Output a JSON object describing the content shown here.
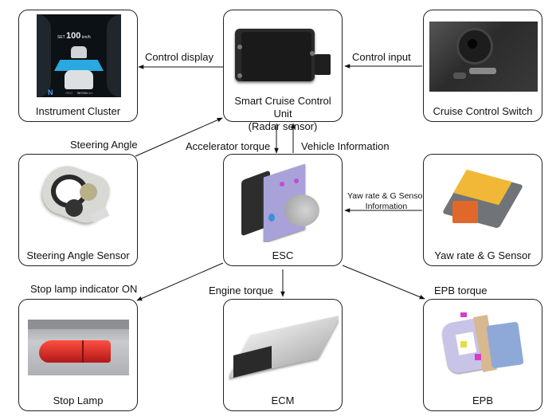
{
  "nodes": {
    "instrument_cluster": {
      "label": "Instrument Cluster",
      "display": {
        "set_label": "SET",
        "set_speed": "100",
        "set_unit": "km/h",
        "gear": "N",
        "odo_label": "ODO",
        "odo_value": "987654",
        "odo_unit": "km"
      }
    },
    "scc_unit": {
      "label_line1": "Smart Cruise Control Unit",
      "label_line2": "(Radar sensor)"
    },
    "cruise_switch": {
      "label": "Cruise Control Switch"
    },
    "steering_sensor": {
      "label": "Steering Angle Sensor"
    },
    "esc": {
      "label": "ESC"
    },
    "yaw_sensor": {
      "label": "Yaw rate & G Sensor"
    },
    "stop_lamp": {
      "label": "Stop Lamp"
    },
    "ecm": {
      "label": "ECM"
    },
    "epb": {
      "label": "EPB"
    }
  },
  "edges": {
    "control_display": "Control display",
    "control_input": "Control input",
    "steering_angle": "Steering Angle",
    "accelerator_torque": "Accelerator torque",
    "vehicle_information": "Vehicle Information",
    "yaw_info_line1": "Yaw rate & G Sensor",
    "yaw_info_line2": "Information",
    "stop_lamp_on": "Stop lamp indicator ON",
    "engine_torque": "Engine torque",
    "epb_torque": "EPB torque"
  }
}
